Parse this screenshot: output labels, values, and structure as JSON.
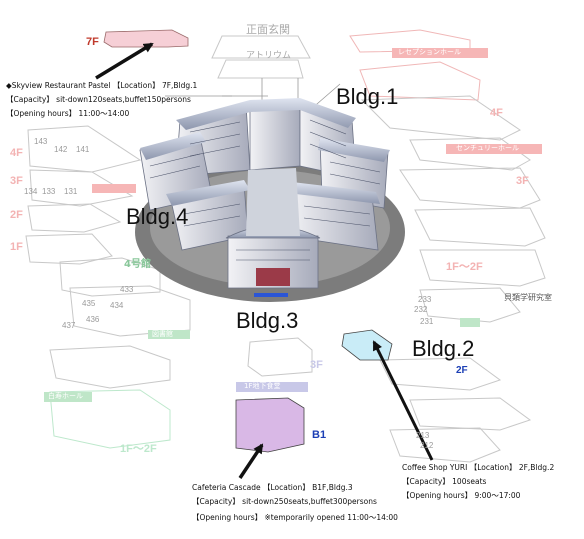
{
  "building_labels": {
    "bldg1": "Bldg.1",
    "bldg2": "Bldg.2",
    "bldg3": "Bldg.3",
    "bldg4": "Bldg.4"
  },
  "top_labels": {
    "main_entrance": "正面玄関",
    "atrium": "アトリウム",
    "reception_hall": "レセプションホール",
    "century_hall": "センチュリーホール",
    "bldg4_tag": "4号館",
    "hakuju_hall": "白寿ホール",
    "library": "図書館",
    "bldg3_basement_tag": "1F地下食堂",
    "museum": "貝類学研究室"
  },
  "floor_labels": {
    "f7": "7F",
    "f4_left": "4F",
    "f3_left": "3F",
    "f2_left": "2F",
    "f1_left": "1F",
    "f4_right": "4F",
    "f3_right": "3F",
    "f1_2_right": "1F～2F",
    "f3_b3": "3F",
    "b1": "B1",
    "f2_b2": "2F",
    "f1_2_left": "1F～2F"
  },
  "room_numbers": {
    "r143": "143",
    "r142": "142",
    "r141": "141",
    "r134": "134",
    "r133": "133",
    "r131": "131",
    "r433": "433",
    "r435": "435",
    "r434": "434",
    "r437": "437",
    "r436": "436",
    "r233": "233",
    "r232": "232",
    "r231": "231",
    "r213": "213",
    "r212": "212"
  },
  "callouts": {
    "skyview": {
      "name": "◆Skyview Restaurant Pastel 【Location】 7F,Bldg.1",
      "capacity": "【Capacity】 sit-down120seats,buffet150persons",
      "hours": "【Opening hours】 11:00～14:00"
    },
    "cafeteria": {
      "name": "Cafeteria Cascade 【Location】 B1F,Bldg.3",
      "capacity": "【Capacity】 sit-down250seats,buffet300persons",
      "hours": "【Opening hours】 ※temporarily opened 11:00～14:00"
    },
    "coffee": {
      "name": "Coffee Shop YURI 【Location】 2F,Bldg.2",
      "capacity": "【Capacity】 100seats",
      "hours": "【Opening hours】 9:00～17:00"
    }
  },
  "colors": {
    "skyview_floor": "#f6cfd6",
    "cafeteria_floor": "#d9b8e6",
    "coffee_floor": "#c9ecf7",
    "faint_red": "#f3b3b3",
    "faint_blue": "#1c3fb5",
    "faint_green": "#bde8cc"
  }
}
